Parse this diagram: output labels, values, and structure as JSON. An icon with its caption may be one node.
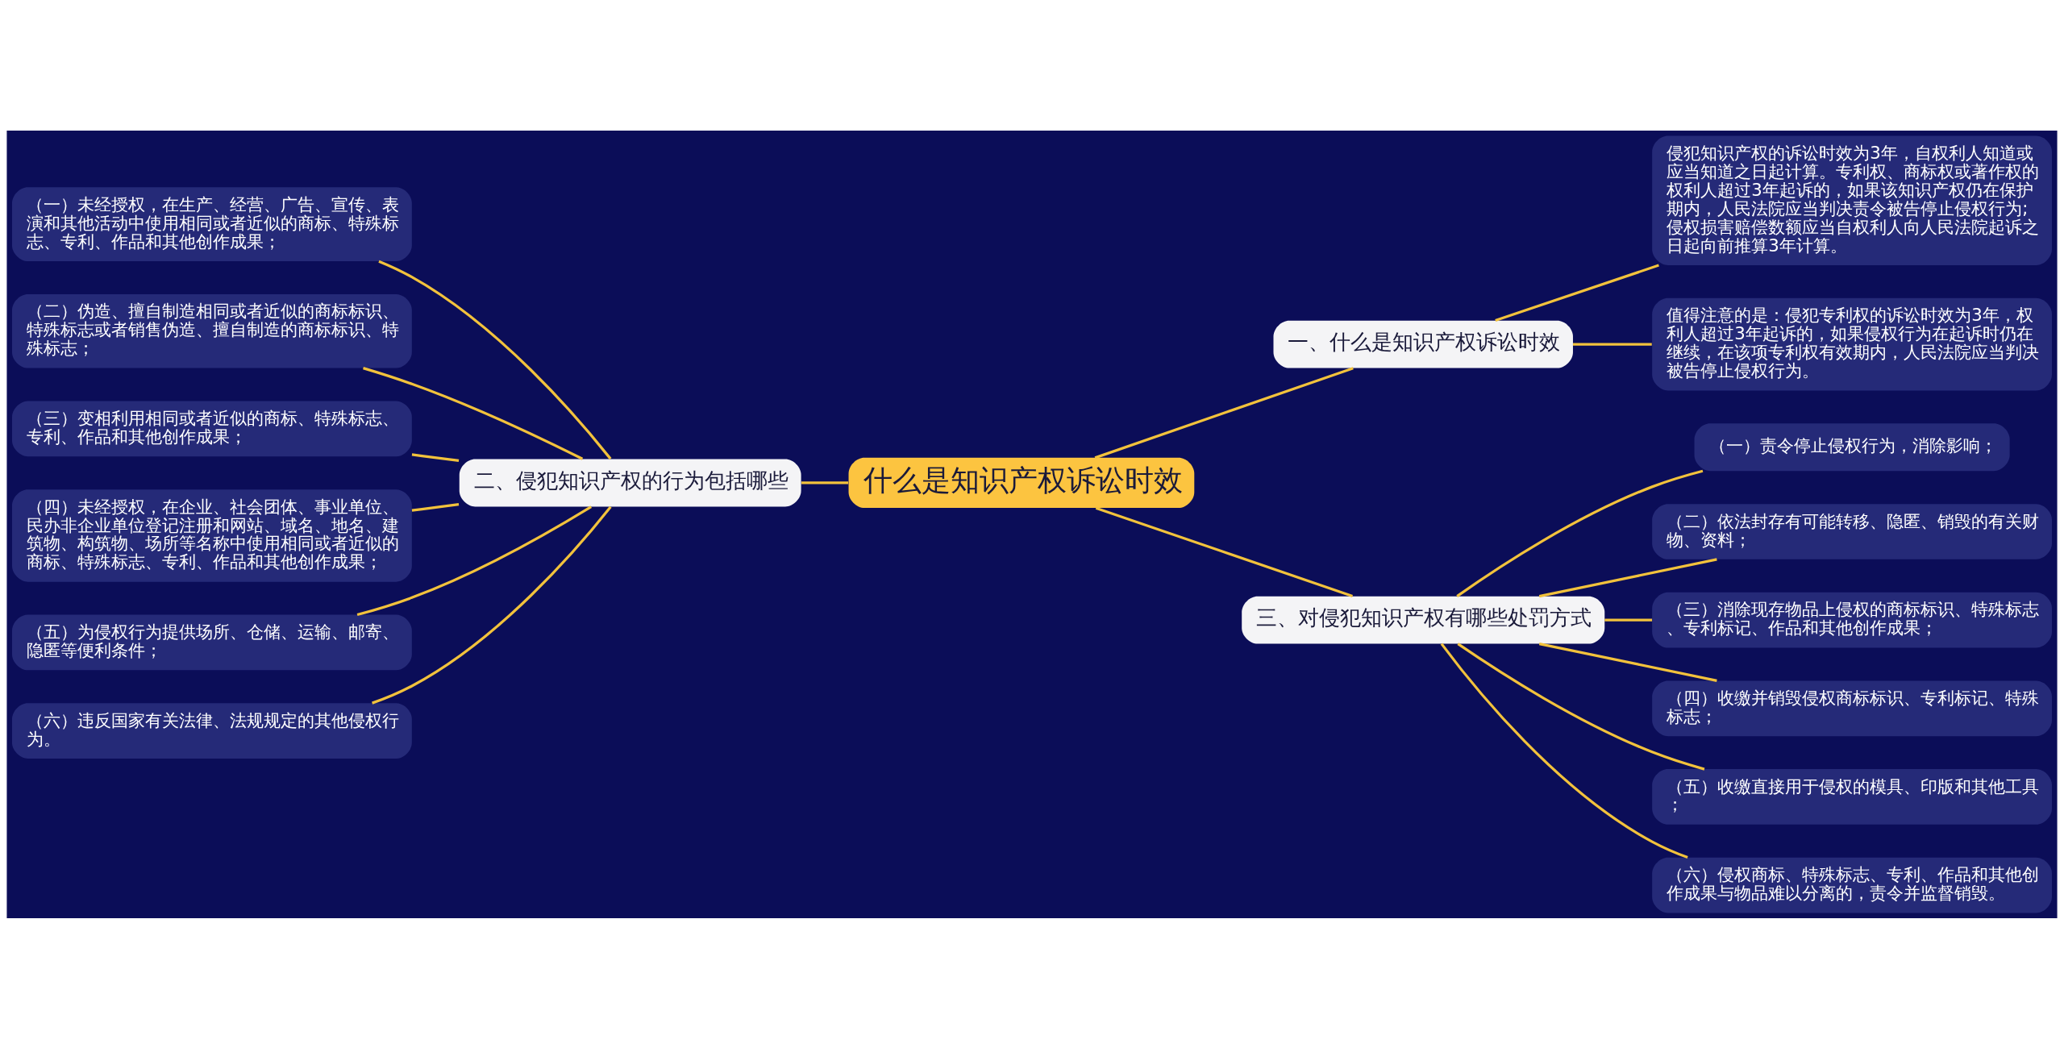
{
  "diagram": {
    "nodes": [
      {
        "text": [
          "什么是知识产权诉讼时效"
        ]
      },
      {
        "text": [
          "二、侵犯知识产权的行为包括哪些"
        ]
      },
      {
        "text": [
          "（一）未经授权，在生产、经营、广告、宣传、表演和其他活动中使用相同或者近似的商标、特殊标志、专利、作品和其他创作成果；"
        ]
      },
      {
        "text": [
          "（二）伪造、擅自制造相同或者近似的商标标识、特殊标志或者销售伪造、擅自制造的商标标识、特殊标志；"
        ]
      },
      {
        "text": [
          "（三）变相利用相同或者近似的商标、特殊标志、专利、作品和其他创作成果；"
        ]
      },
      {
        "text": [
          "（四）未经授权，在企业、社会团体、事业单位、民办非企业单位登记注册和网站、域名、地名、建筑物、构筑物、场所等名称中使用相同或者近似的商标、特殊标志、专利、作品和其他创作成果；"
        ]
      },
      {
        "text": [
          "（五）为侵权行为提供场所、仓储、运输、邮寄、隐匿等便利条件；"
        ]
      },
      {
        "text": [
          "（六）违反国家有关法律、法规规定的其他侵权行为。"
        ]
      },
      {
        "text": [
          "一、什么是知识产权诉讼时效"
        ]
      },
      {
        "text": [
          "侵犯知识产权的诉讼时效为3年，自权利人知道或应当知道之日起计算。专利权、商标权或著作权的权利人超过3年起诉的，如果该知识产权仍在保护期内，人民法院应当判决责令被告停止侵权行为;侵权损害赔偿数额应当自权利人向人民法院起诉之日起向前推算3年计算。"
        ]
      },
      {
        "text": [
          "值得注意的是：侵犯专利权的诉讼时效为3年，权利人超过3年起诉的，如果侵权行为在起诉时仍在继续，在该项专利权有效期内，人民法院应当判决被告停止侵权行为。"
        ]
      },
      {
        "text": [
          "三、对侵犯知识产权有哪些处罚方式"
        ]
      },
      {
        "text": [
          "（一）责令停止侵权行为，消除影响；"
        ]
      },
      {
        "text": [
          "（二）依法封存有可能转移、隐匿、销毁的有关财物、资料；"
        ]
      },
      {
        "text": [
          "（三）消除现存物品上侵权的商标标识、特殊标志、专利标记、作品和其他创作成果；"
        ]
      },
      {
        "text": [
          "（四）收缴并销毁侵权商标标识、专利标记、特殊标志；"
        ]
      },
      {
        "text": [
          "（五）收缴直接用于侵权的模具、印版和其他工具；"
        ]
      },
      {
        "text": [
          "（六）侵权商标、特殊标志、专利、作品和其他创作成果与物品难以分离的，责令并监督销毁。"
        ]
      }
    ],
    "edges": [
      {
        "from": 0,
        "to": 1,
        "arrow": "none"
      },
      {
        "from": 1,
        "to": 2,
        "arrow": "none"
      },
      {
        "from": 1,
        "to": 3,
        "arrow": "none"
      },
      {
        "from": 1,
        "to": 4,
        "arrow": "none"
      },
      {
        "from": 1,
        "to": 5,
        "arrow": "none"
      },
      {
        "from": 1,
        "to": 6,
        "arrow": "none"
      },
      {
        "from": 1,
        "to": 7,
        "arrow": "none"
      },
      {
        "from": 0,
        "to": 8,
        "arrow": "none"
      },
      {
        "from": 8,
        "to": 9,
        "arrow": "none"
      },
      {
        "from": 8,
        "to": 10,
        "arrow": "none"
      },
      {
        "from": 0,
        "to": 11,
        "arrow": "none"
      },
      {
        "from": 11,
        "to": 12,
        "arrow": "none"
      },
      {
        "from": 11,
        "to": 13,
        "arrow": "none"
      },
      {
        "from": 11,
        "to": 14,
        "arrow": "none"
      },
      {
        "from": 11,
        "to": 15,
        "arrow": "none"
      },
      {
        "from": 11,
        "to": 16,
        "arrow": "none"
      },
      {
        "from": 11,
        "to": 17,
        "arrow": "none"
      }
    ]
  }
}
